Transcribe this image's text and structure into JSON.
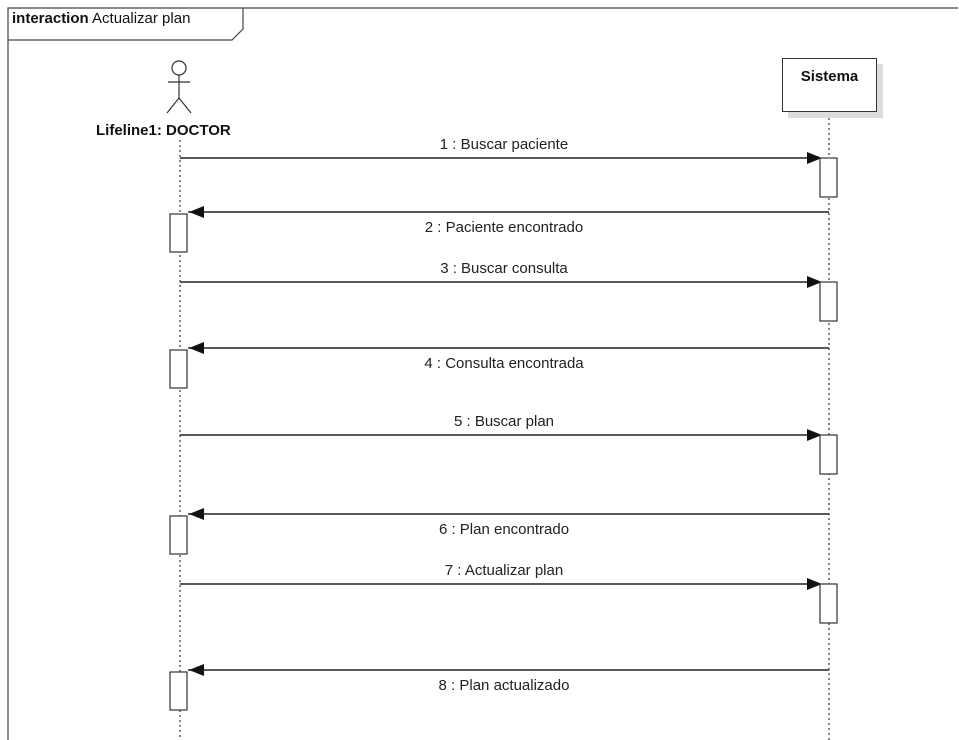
{
  "frame": {
    "keyword": "interaction",
    "name": "Actualizar plan"
  },
  "lifelines": {
    "actor": "Lifeline1: DOCTOR",
    "system": "Sistema"
  },
  "messages": [
    {
      "label": "1 : Buscar paciente",
      "direction": "request"
    },
    {
      "label": "2 : Paciente encontrado",
      "direction": "reply"
    },
    {
      "label": "3 : Buscar consulta",
      "direction": "request"
    },
    {
      "label": "4 : Consulta encontrada",
      "direction": "reply"
    },
    {
      "label": "5 : Buscar plan",
      "direction": "request"
    },
    {
      "label": "6 : Plan encontrado",
      "direction": "reply"
    },
    {
      "label": "7 : Actualizar plan",
      "direction": "request"
    },
    {
      "label": "8 : Plan actualizado",
      "direction": "reply"
    }
  ],
  "colors": {
    "line": "#222222",
    "shadow": "#dcdcdc"
  }
}
